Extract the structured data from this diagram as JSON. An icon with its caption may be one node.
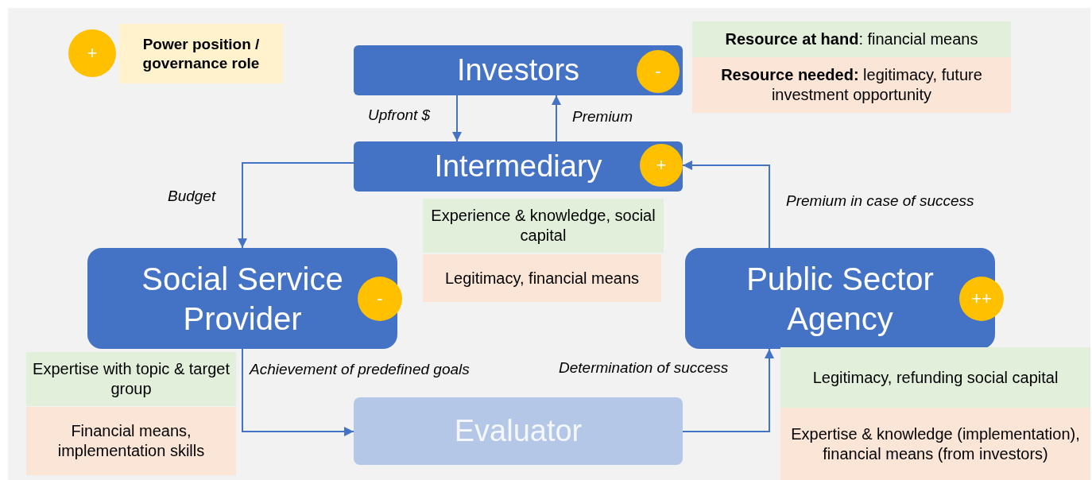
{
  "diagram": {
    "nodes": [
      {
        "text": [
          "+"
        ]
      },
      {
        "text": [
          "Power position / governance role"
        ]
      },
      {
        "text": [
          "Investors"
        ]
      },
      {
        "text": [
          "-"
        ],
        "in": 2
      },
      {
        "text": [
          "**Resource at hand**: financial means"
        ]
      },
      {
        "text": [
          "**Resource needed:** legitimacy, future investment opportunity"
        ]
      },
      {
        "text": [
          "Intermediary"
        ]
      },
      {
        "text": [
          "+"
        ],
        "in": 6
      },
      {
        "text": [
          "Experience & knowledge, social capital"
        ]
      },
      {
        "text": [
          "Legitimacy, financial means"
        ]
      },
      {
        "text": [
          "Social Service Provider"
        ]
      },
      {
        "text": [
          "-"
        ]
      },
      {
        "text": [
          "Public Sector Agency"
        ]
      },
      {
        "text": [
          "++"
        ]
      },
      {
        "text": [
          "Expertise with topic & target group"
        ]
      },
      {
        "text": [
          "Financial means, implementation skills"
        ]
      },
      {
        "text": [
          "Evaluator"
        ]
      },
      {
        "text": [
          "Legitimacy, refunding social capital"
        ]
      },
      {
        "text": [
          "Expertise & knowledge (implementation), financial means (from investors)"
        ]
      }
    ],
    "edges": [
      {
        "from": 2,
        "to": 6,
        "arrow": "to",
        "label": "Upfront $"
      },
      {
        "from": 6,
        "to": 2,
        "arrow": "to",
        "label": "Premium"
      },
      {
        "from": 6,
        "to": 10,
        "arrow": "to",
        "label": "Budget"
      },
      {
        "from": 10,
        "to": 16,
        "arrow": "to",
        "label": "Achievement of predefined goals"
      },
      {
        "from": 16,
        "to": 12,
        "arrow": "to",
        "label": "Determination of success"
      },
      {
        "from": 12,
        "to": 6,
        "arrow": "to",
        "label": "Premium in case of success"
      }
    ]
  }
}
